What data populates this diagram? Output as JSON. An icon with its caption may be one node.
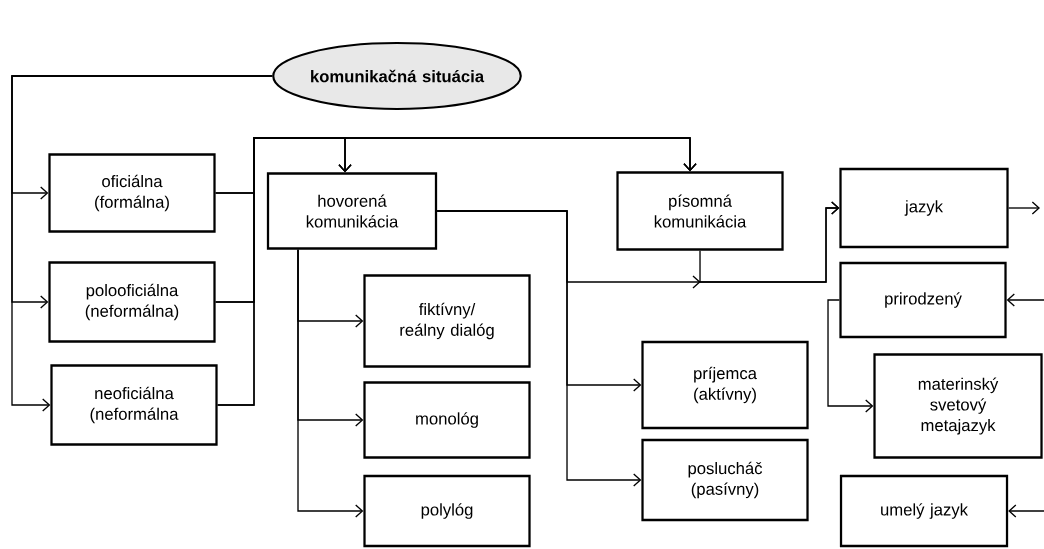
{
  "diagram": {
    "nodes": [
      {
        "text": [
          "komunikačná situácia"
        ]
      },
      {
        "text": [
          "oficiálna (formálna)"
        ]
      },
      {
        "text": [
          "polooficiálna (neformálna)"
        ]
      },
      {
        "text": [
          "neoficiálna (neformálna"
        ]
      },
      {
        "text": [
          "hovorená komunikácia"
        ]
      },
      {
        "text": [
          "písomná komunikácia"
        ]
      },
      {
        "text": [
          "fiktívny/ reálny dialóg"
        ]
      },
      {
        "text": [
          "monológ"
        ]
      },
      {
        "text": [
          "polylóg"
        ]
      },
      {
        "text": [
          "príjemca (aktívny)"
        ]
      },
      {
        "text": [
          "poslucháč (pasívny)"
        ]
      },
      {
        "text": [
          "jazyk"
        ]
      },
      {
        "text": [
          "prirodzený"
        ]
      },
      {
        "text": [
          "materinský svetový metajazyk"
        ]
      },
      {
        "text": [
          "umelý jazyk"
        ]
      }
    ],
    "edges": [
      {
        "from": 0,
        "to": 1,
        "arrow": "to"
      },
      {
        "from": 0,
        "to": 2,
        "arrow": "to"
      },
      {
        "from": 0,
        "to": 3,
        "arrow": "to"
      },
      {
        "from": 1,
        "to": 4,
        "arrow": "to"
      },
      {
        "from": 1,
        "to": 5,
        "arrow": "to"
      },
      {
        "from": 2,
        "to": 4,
        "arrow": "to"
      },
      {
        "from": 2,
        "to": 5,
        "arrow": "to"
      },
      {
        "from": 3,
        "to": 4,
        "arrow": "to"
      },
      {
        "from": 3,
        "to": 5,
        "arrow": "to"
      },
      {
        "from": 4,
        "to": 6,
        "arrow": "to"
      },
      {
        "from": 4,
        "to": 7,
        "arrow": "to"
      },
      {
        "from": 4,
        "to": 8,
        "arrow": "to"
      },
      {
        "from": 4,
        "to": 9,
        "arrow": "to"
      },
      {
        "from": 4,
        "to": 10,
        "arrow": "to"
      },
      {
        "from": 4,
        "to": 11,
        "arrow": "to"
      },
      {
        "from": 5,
        "to": 11,
        "arrow": "to"
      },
      {
        "from": 11,
        "to": null,
        "arrow": "to"
      },
      {
        "from": null,
        "to": 12,
        "arrow": "to"
      },
      {
        "from": 12,
        "to": 13,
        "arrow": "to"
      },
      {
        "from": null,
        "to": 14,
        "arrow": "to"
      }
    ]
  }
}
